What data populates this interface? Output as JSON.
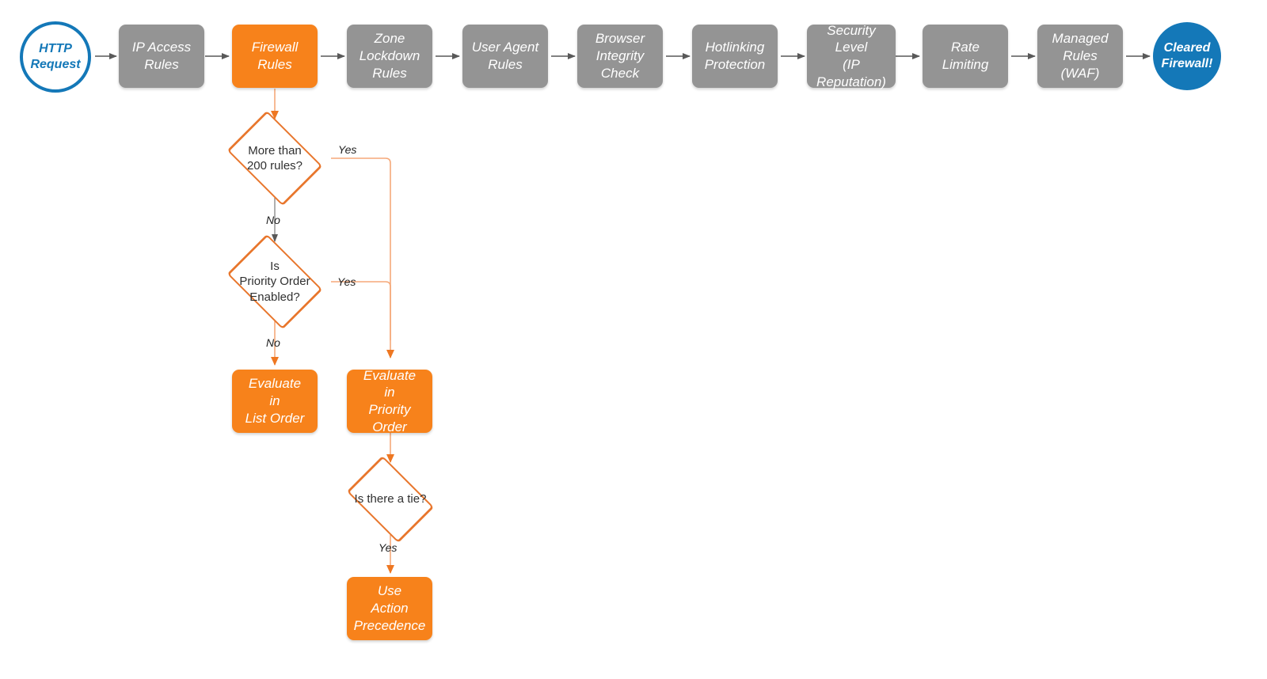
{
  "diagram": {
    "title": "Cloudflare Firewall Rules Evaluation Order",
    "colors": {
      "gray_node": "#949494",
      "orange_node": "#f7821b",
      "blue_node": "#1478b8",
      "orange_line": "#f5a97a",
      "orange_arrow": "#ee7722",
      "gray_line": "#9b9b9b",
      "gray_arrow": "#595959",
      "diamond_border": "#e8762c",
      "background": "#ffffff"
    }
  },
  "pipeline": {
    "start": {
      "label": "HTTP\nRequest",
      "shape": "circle-open",
      "color": "#1478b8"
    },
    "steps": [
      {
        "label": "IP Access\nRules",
        "state": "inactive"
      },
      {
        "label": "Firewall\nRules",
        "state": "active"
      },
      {
        "label": "Zone\nLockdown\nRules",
        "state": "inactive"
      },
      {
        "label": "User Agent\nRules",
        "state": "inactive"
      },
      {
        "label": "Browser\nIntegrity\nCheck",
        "state": "inactive"
      },
      {
        "label": "Hotlinking\nProtection",
        "state": "inactive"
      },
      {
        "label": "Security\nLevel\n(IP Reputation)",
        "state": "inactive"
      },
      {
        "label": "Rate\nLimiting",
        "state": "inactive"
      },
      {
        "label": "Managed\nRules\n(WAF)",
        "state": "inactive"
      }
    ],
    "end": {
      "label": "Cleared\nFirewall!",
      "shape": "circle-filled",
      "color": "#1478b8"
    }
  },
  "branch": {
    "decisions": [
      {
        "id": "more-than-200-rules",
        "label": "More than\n200 rules?"
      },
      {
        "id": "is-priority-order-enabled",
        "label": "Is\nPriority Order\nEnabled?"
      },
      {
        "id": "is-there-a-tie",
        "label": "Is there a tie?"
      }
    ],
    "outcomes": [
      {
        "id": "evaluate-in-list-order",
        "label": "Evaluate\nin\nList Order"
      },
      {
        "id": "evaluate-in-priority-order",
        "label": "Evaluate\nin\nPriority Order"
      },
      {
        "id": "use-action-precedence",
        "label": "Use\nAction\nPrecedence"
      }
    ],
    "edge_labels": {
      "d1_yes": "Yes",
      "d1_no": "No",
      "d2_yes": "Yes",
      "d2_no": "No",
      "d3_yes": "Yes"
    }
  }
}
